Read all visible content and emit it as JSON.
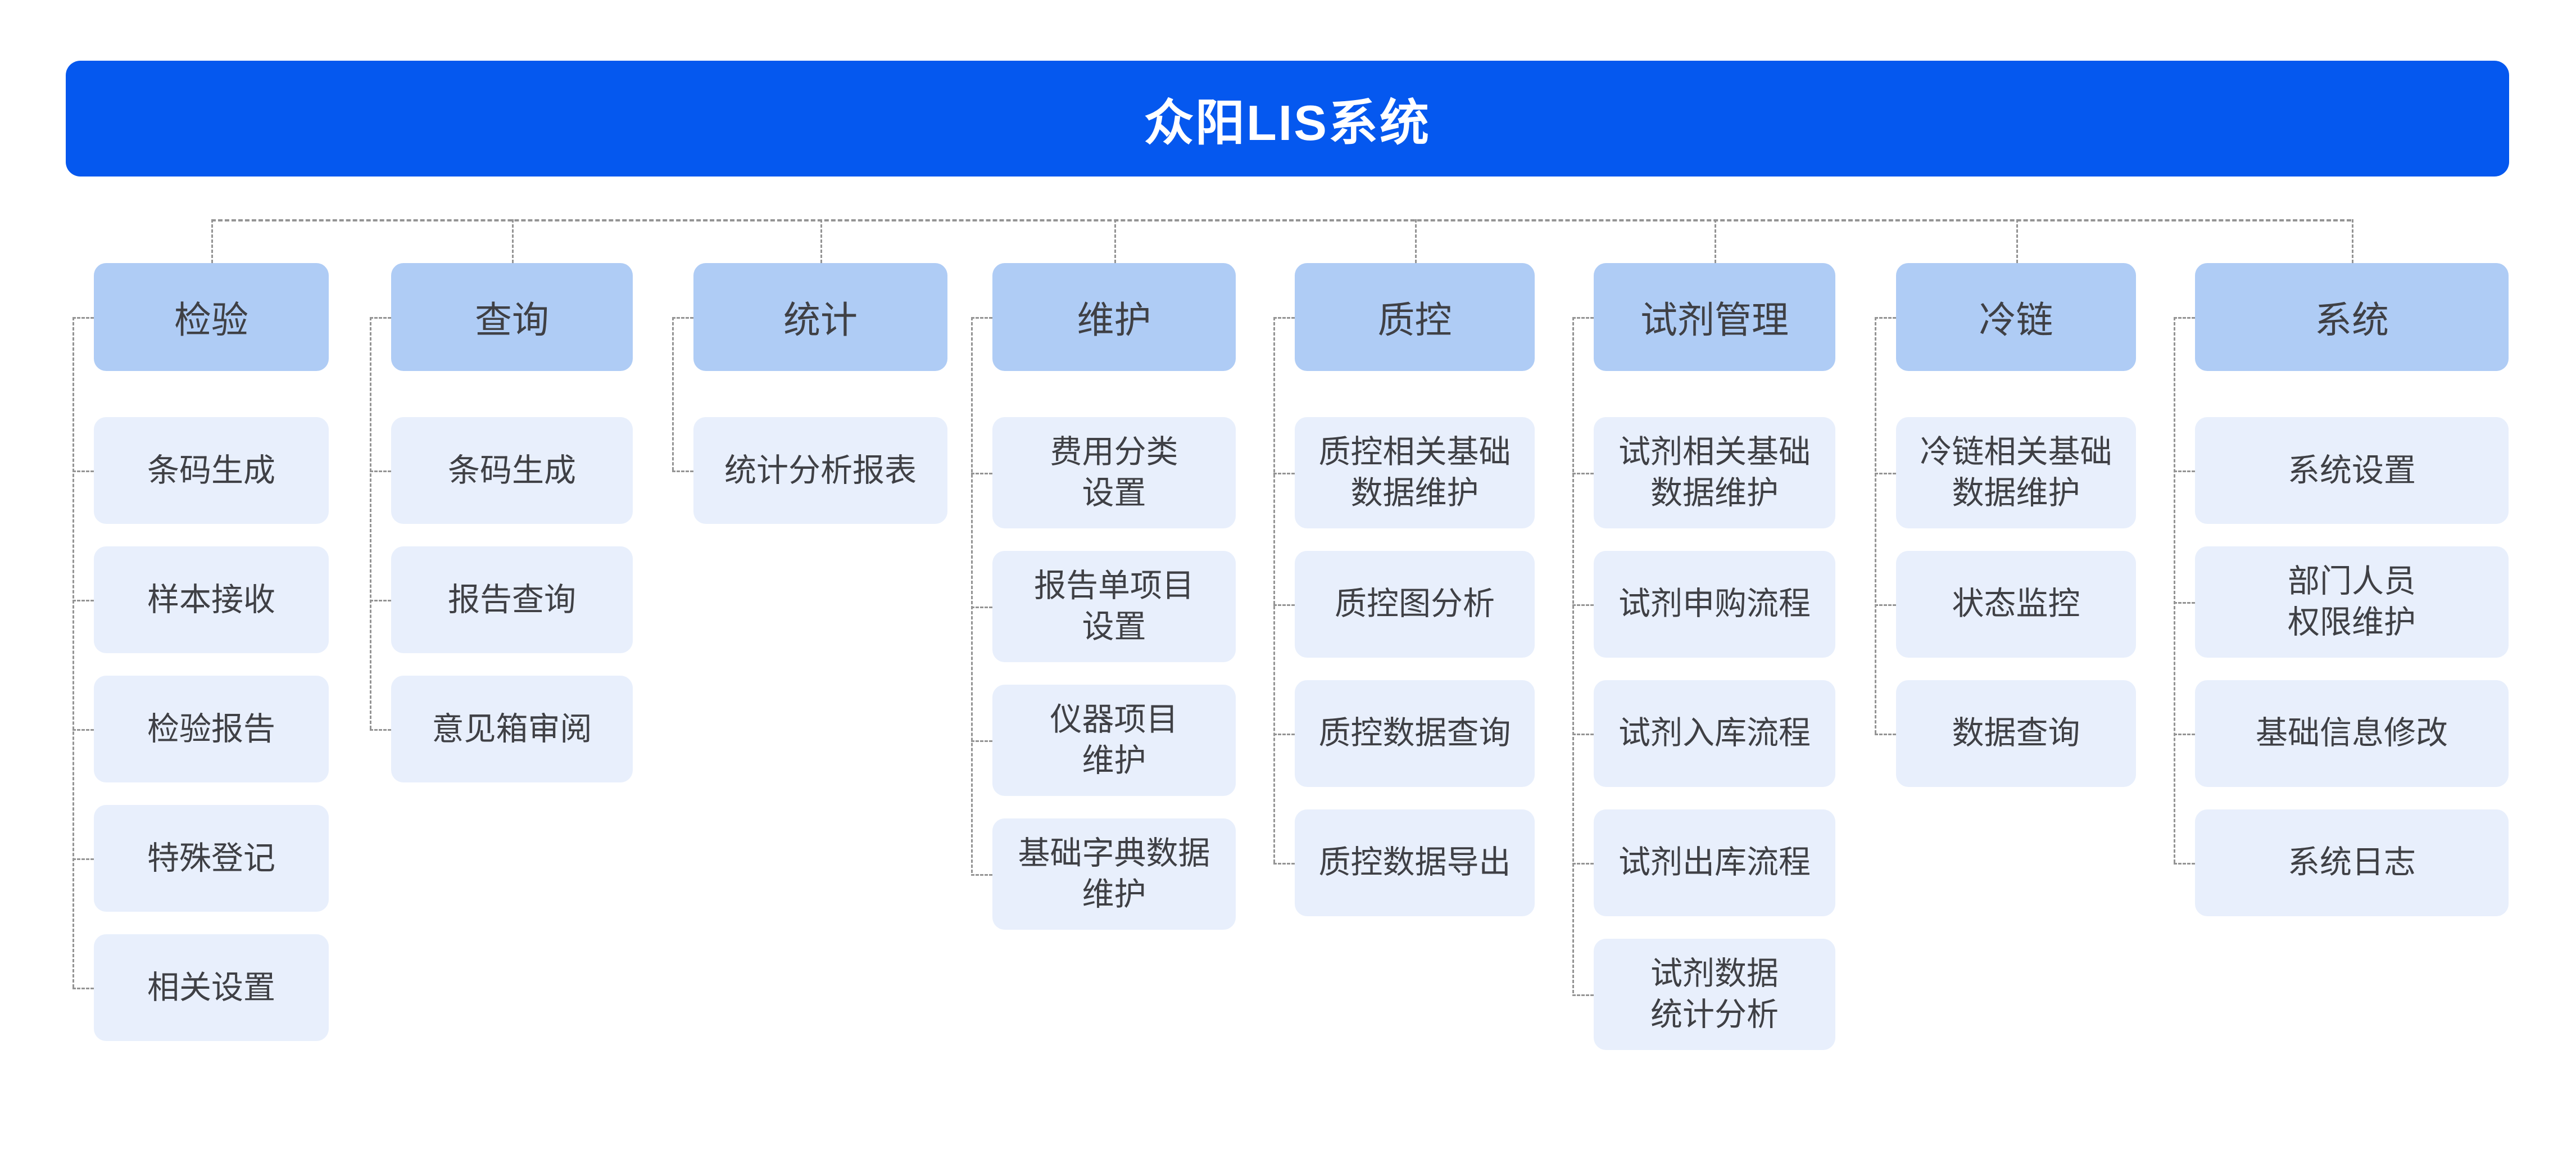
{
  "title": "众阳LIS系统",
  "colors": {
    "canvas_bg": "#ffffff",
    "title_bg": "#0558ef",
    "title_text": "#ffffff",
    "header_bg": "#afccf5",
    "item_bg": "#e8effc",
    "text": "#3f4045",
    "connector": "#949494"
  },
  "columns": [
    {
      "label": "检验",
      "children": [
        {
          "lines": [
            "条码生成"
          ]
        },
        {
          "lines": [
            "样本接收"
          ]
        },
        {
          "lines": [
            "检验报告"
          ]
        },
        {
          "lines": [
            "特殊登记"
          ]
        },
        {
          "lines": [
            "相关设置"
          ]
        }
      ]
    },
    {
      "label": "查询",
      "children": [
        {
          "lines": [
            "条码生成"
          ]
        },
        {
          "lines": [
            "报告查询"
          ]
        },
        {
          "lines": [
            "意见箱审阅"
          ]
        }
      ]
    },
    {
      "label": "统计",
      "children": [
        {
          "lines": [
            "统计分析报表"
          ]
        }
      ]
    },
    {
      "label": "维护",
      "children": [
        {
          "lines": [
            "费用分类",
            "设置"
          ]
        },
        {
          "lines": [
            "报告单项目",
            "设置"
          ]
        },
        {
          "lines": [
            "仪器项目",
            "维护"
          ]
        },
        {
          "lines": [
            "基础字典数据",
            "维护"
          ]
        }
      ]
    },
    {
      "label": "质控",
      "children": [
        {
          "lines": [
            "质控相关基础",
            "数据维护"
          ]
        },
        {
          "lines": [
            "质控图分析"
          ]
        },
        {
          "lines": [
            "质控数据查询"
          ]
        },
        {
          "lines": [
            "质控数据导出"
          ]
        }
      ]
    },
    {
      "label": "试剂管理",
      "children": [
        {
          "lines": [
            "试剂相关基础",
            "数据维护"
          ]
        },
        {
          "lines": [
            "试剂申购流程"
          ]
        },
        {
          "lines": [
            "试剂入库流程"
          ]
        },
        {
          "lines": [
            "试剂出库流程"
          ]
        },
        {
          "lines": [
            "试剂数据",
            "统计分析"
          ]
        }
      ]
    },
    {
      "label": "冷链",
      "children": [
        {
          "lines": [
            "冷链相关基础",
            "数据维护"
          ]
        },
        {
          "lines": [
            "状态监控"
          ]
        },
        {
          "lines": [
            "数据查询"
          ]
        }
      ]
    },
    {
      "label": "系统",
      "children": [
        {
          "lines": [
            "系统设置"
          ]
        },
        {
          "lines": [
            "部门人员",
            "权限维护"
          ]
        },
        {
          "lines": [
            "基础信息修改"
          ]
        },
        {
          "lines": [
            "系统日志"
          ]
        }
      ]
    }
  ]
}
